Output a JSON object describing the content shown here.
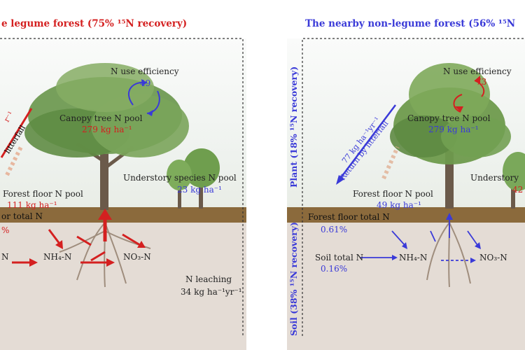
{
  "left": {
    "title": "e legume forest (75% ¹⁵N recovery)",
    "n_use_efficiency_label": "N use efficiency",
    "n_use_efficiency_value": "49",
    "canopy_label": "Canopy tree N pool",
    "canopy_value": "279 kg ha⁻¹",
    "understory_label": "Understory species N pool",
    "understory_value": "23 kg ha⁻¹",
    "forest_floor_label": "Forest floor N pool",
    "forest_floor_value": "111 kg ha⁻¹",
    "floor_total_label": "or total N",
    "floor_total_value": "%",
    "soil_label": "N",
    "nh4": "NH₄-N",
    "no3": "NO₃-N",
    "leaching_label": "N leaching",
    "leaching_value": "34 kg ha⁻¹yr⁻¹",
    "litterfall_value": "r⁻¹",
    "litterfall_label": "litterfall"
  },
  "right": {
    "title": "The nearby non-legume forest (56% ¹⁵N",
    "plant_recovery": "Plant (18% ¹⁵N recovery)",
    "soil_recovery": "Soil (38% ¹⁵N recovery)",
    "n_use_efficiency_label": "N use efficiency",
    "n_use_efficiency_value": "73",
    "canopy_label": "Canopy tree N pool",
    "canopy_value": "279 kg ha⁻¹",
    "understory_label": "Understory",
    "understory_value": "42",
    "litterfall_value": "77 kg ha⁻¹yr⁻¹",
    "litterfall_label": "Return by litterfall",
    "forest_floor_label": "Forest floor N pool",
    "forest_floor_value": "49 kg ha⁻¹",
    "floor_total_label": "Forest floor total N",
    "floor_total_value": "0.61%",
    "soil_total_label": "Soil total N",
    "soil_total_value": "0.16%",
    "nh4": "NH₄-N",
    "no3": "NO₃-N"
  },
  "colors": {
    "red": "#d42020",
    "blue": "#3a3ad8",
    "soil": "#e4dcd5",
    "topsoil": "#8b6a3c"
  }
}
